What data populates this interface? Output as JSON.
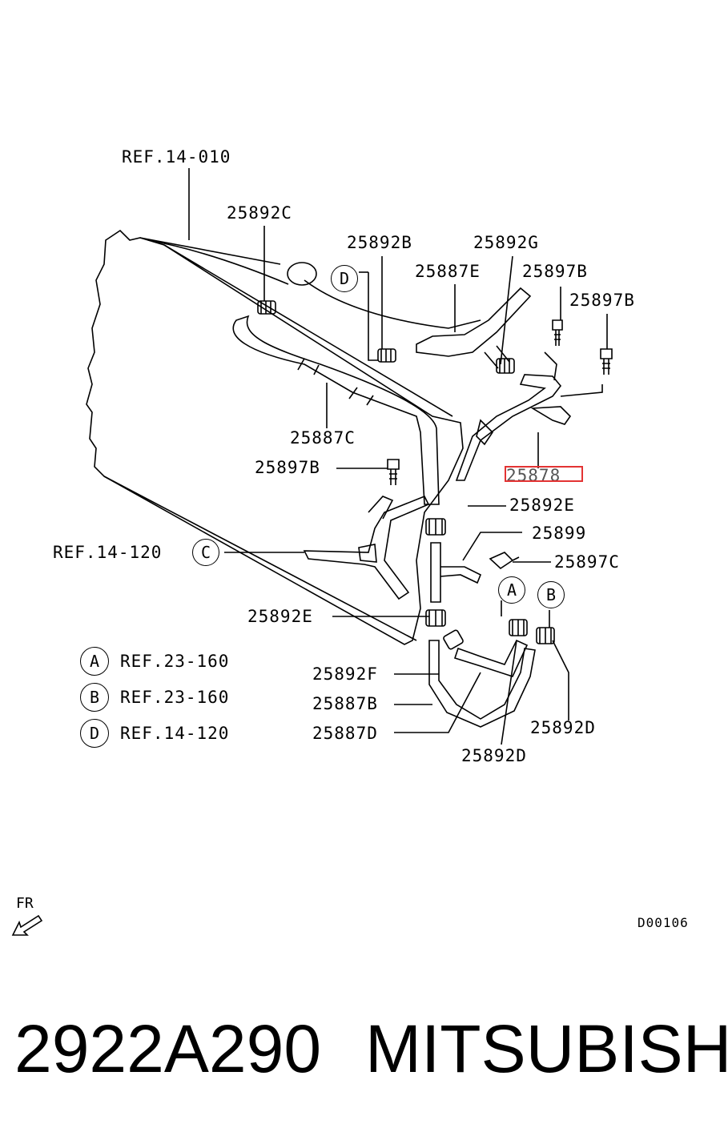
{
  "labels": {
    "ref_14_010": "REF.14-010",
    "p25892C": "25892C",
    "p25892B": "25892B",
    "p25892G": "25892G",
    "p25887E": "25887E",
    "p25897B_1": "25897B",
    "p25897B_2": "25897B",
    "p25887C": "25887C",
    "p25897B_3": "25897B",
    "p25878": "25878",
    "p25892E_1": "25892E",
    "p25899": "25899",
    "ref_14_120": "REF.14-120",
    "p25897C": "25897C",
    "p25892E_2": "25892E",
    "p25892F": "25892F",
    "p25887B": "25887B",
    "p25887D": "25887D",
    "p25892D_1": "25892D",
    "p25892D_2": "25892D"
  },
  "circles": {
    "C": "C",
    "D": "D",
    "A": "A",
    "B": "B"
  },
  "legend": [
    {
      "key": "A",
      "ref": "REF.23-160"
    },
    {
      "key": "B",
      "ref": "REF.23-160"
    },
    {
      "key": "D",
      "ref": "REF.14-120"
    }
  ],
  "highlight_color": "#e33333",
  "fr_label": "FR",
  "drawing_code": "D00106",
  "part_number": "2922A290",
  "brand": "MITSUBISHI"
}
